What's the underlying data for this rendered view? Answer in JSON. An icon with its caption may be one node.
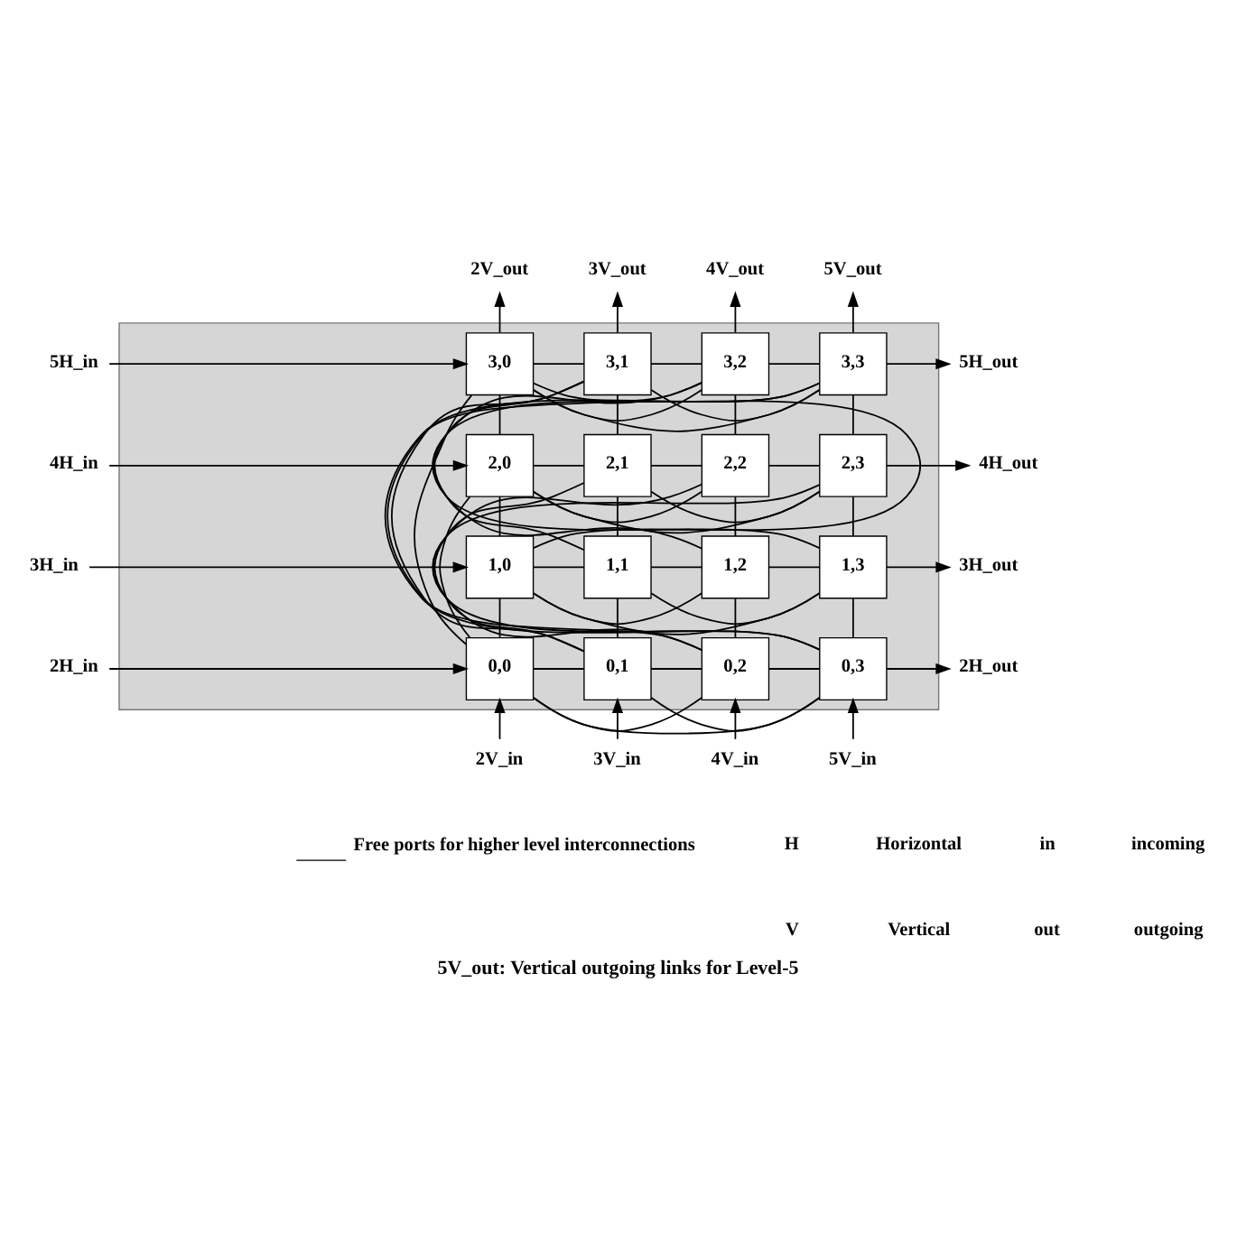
{
  "diagram": {
    "caption": "5V_out: Vertical outgoing links for Level-5",
    "nodes": [
      {
        "text": [
          "2V_out"
        ]
      },
      {
        "text": [
          "3V_out"
        ]
      },
      {
        "text": [
          "4V_out"
        ]
      },
      {
        "text": [
          "5V_out"
        ]
      },
      {
        "text": [],
        "shape": "box"
      },
      {
        "text": [
          "3,0"
        ],
        "in": 4
      },
      {
        "text": [
          "3,1"
        ],
        "in": 4
      },
      {
        "text": [
          "3,2"
        ],
        "in": 4
      },
      {
        "text": [
          "3,3"
        ],
        "in": 4
      },
      {
        "text": [
          "2,0"
        ],
        "in": 4
      },
      {
        "text": [
          "2,1"
        ],
        "in": 4
      },
      {
        "text": [
          "2,2"
        ],
        "in": 4
      },
      {
        "text": [
          "2,3"
        ],
        "in": 4
      },
      {
        "text": [
          "1,0"
        ],
        "in": 4
      },
      {
        "text": [
          "1,1"
        ],
        "in": 4
      },
      {
        "text": [
          "1,2"
        ],
        "in": 4
      },
      {
        "text": [
          "1,3"
        ],
        "in": 4
      },
      {
        "text": [
          "0,0"
        ],
        "in": 4
      },
      {
        "text": [
          "0,1"
        ],
        "in": 4
      },
      {
        "text": [
          "0,2"
        ],
        "in": 4
      },
      {
        "text": [
          "0,3"
        ],
        "in": 4
      },
      {
        "text": [
          "5H_in"
        ]
      },
      {
        "text": [
          "4H_in"
        ]
      },
      {
        "text": [
          "3H_in"
        ]
      },
      {
        "text": [
          "2H_in"
        ]
      },
      {
        "text": [
          "5H_out"
        ]
      },
      {
        "text": [
          "4H_out"
        ]
      },
      {
        "text": [
          "3H_out"
        ]
      },
      {
        "text": [
          "2H_out"
        ]
      },
      {
        "text": [
          "2V_in"
        ]
      },
      {
        "text": [
          "3V_in"
        ]
      },
      {
        "text": [
          "4V_in"
        ]
      },
      {
        "text": [
          "5V_in"
        ]
      }
    ],
    "edges": [
      {
        "from": 21,
        "to": 5,
        "arrow": "to"
      },
      {
        "from": 22,
        "to": 9,
        "arrow": "to"
      },
      {
        "from": 23,
        "to": 13,
        "arrow": "to"
      },
      {
        "from": 24,
        "to": 17,
        "arrow": "to"
      },
      {
        "from": 8,
        "to": 25,
        "arrow": "to"
      },
      {
        "from": 12,
        "to": 26,
        "arrow": "to"
      },
      {
        "from": 16,
        "to": 27,
        "arrow": "to"
      },
      {
        "from": 20,
        "to": 28,
        "arrow": "to"
      },
      {
        "from": 5,
        "to": 0,
        "arrow": "to"
      },
      {
        "from": 6,
        "to": 1,
        "arrow": "to"
      },
      {
        "from": 7,
        "to": 2,
        "arrow": "to"
      },
      {
        "from": 8,
        "to": 3,
        "arrow": "to"
      },
      {
        "from": 29,
        "to": 17,
        "arrow": "to"
      },
      {
        "from": 30,
        "to": 18,
        "arrow": "to"
      },
      {
        "from": 31,
        "to": 19,
        "arrow": "to"
      },
      {
        "from": 32,
        "to": 20,
        "arrow": "to"
      },
      {
        "from": 5,
        "to": 6,
        "arrow": "none"
      },
      {
        "from": 6,
        "to": 7,
        "arrow": "none"
      },
      {
        "from": 7,
        "to": 8,
        "arrow": "none"
      },
      {
        "from": 5,
        "to": 8,
        "arrow": "none"
      },
      {
        "from": 5,
        "to": 7,
        "arrow": "none"
      },
      {
        "from": 6,
        "to": 8,
        "arrow": "none"
      },
      {
        "from": 9,
        "to": 10,
        "arrow": "none"
      },
      {
        "from": 10,
        "to": 11,
        "arrow": "none"
      },
      {
        "from": 11,
        "to": 12,
        "arrow": "none"
      },
      {
        "from": 9,
        "to": 12,
        "arrow": "none"
      },
      {
        "from": 9,
        "to": 11,
        "arrow": "none"
      },
      {
        "from": 10,
        "to": 12,
        "arrow": "none"
      },
      {
        "from": 13,
        "to": 14,
        "arrow": "none"
      },
      {
        "from": 14,
        "to": 15,
        "arrow": "none"
      },
      {
        "from": 15,
        "to": 16,
        "arrow": "none"
      },
      {
        "from": 13,
        "to": 16,
        "arrow": "none"
      },
      {
        "from": 13,
        "to": 15,
        "arrow": "none"
      },
      {
        "from": 14,
        "to": 16,
        "arrow": "none"
      },
      {
        "from": 17,
        "to": 18,
        "arrow": "none"
      },
      {
        "from": 18,
        "to": 19,
        "arrow": "none"
      },
      {
        "from": 19,
        "to": 20,
        "arrow": "none"
      },
      {
        "from": 17,
        "to": 20,
        "arrow": "none"
      },
      {
        "from": 17,
        "to": 19,
        "arrow": "none"
      },
      {
        "from": 18,
        "to": 20,
        "arrow": "none"
      },
      {
        "from": 17,
        "to": 13,
        "arrow": "none"
      },
      {
        "from": 13,
        "to": 9,
        "arrow": "none"
      },
      {
        "from": 9,
        "to": 5,
        "arrow": "none"
      },
      {
        "from": 17,
        "to": 5,
        "arrow": "none"
      },
      {
        "from": 17,
        "to": 9,
        "arrow": "none"
      },
      {
        "from": 13,
        "to": 5,
        "arrow": "none"
      },
      {
        "from": 18,
        "to": 14,
        "arrow": "none"
      },
      {
        "from": 14,
        "to": 10,
        "arrow": "none"
      },
      {
        "from": 10,
        "to": 6,
        "arrow": "none"
      },
      {
        "from": 18,
        "to": 6,
        "arrow": "none"
      },
      {
        "from": 18,
        "to": 10,
        "arrow": "none"
      },
      {
        "from": 14,
        "to": 6,
        "arrow": "none"
      },
      {
        "from": 19,
        "to": 15,
        "arrow": "none"
      },
      {
        "from": 15,
        "to": 11,
        "arrow": "none"
      },
      {
        "from": 11,
        "to": 7,
        "arrow": "none"
      },
      {
        "from": 19,
        "to": 7,
        "arrow": "none"
      },
      {
        "from": 19,
        "to": 11,
        "arrow": "none"
      },
      {
        "from": 15,
        "to": 7,
        "arrow": "none"
      },
      {
        "from": 20,
        "to": 16,
        "arrow": "none"
      },
      {
        "from": 16,
        "to": 12,
        "arrow": "none"
      },
      {
        "from": 12,
        "to": 8,
        "arrow": "none"
      },
      {
        "from": 20,
        "to": 8,
        "arrow": "none"
      },
      {
        "from": 20,
        "to": 12,
        "arrow": "none"
      },
      {
        "from": 16,
        "to": 8,
        "arrow": "none"
      }
    ],
    "labels": [
      "H",
      "Horizontal",
      "in",
      "incoming",
      "V",
      "Vertical",
      "out",
      "outgoing"
    ],
    "legend": [
      {
        "text": "Free ports for higher level interconnections"
      }
    ]
  }
}
